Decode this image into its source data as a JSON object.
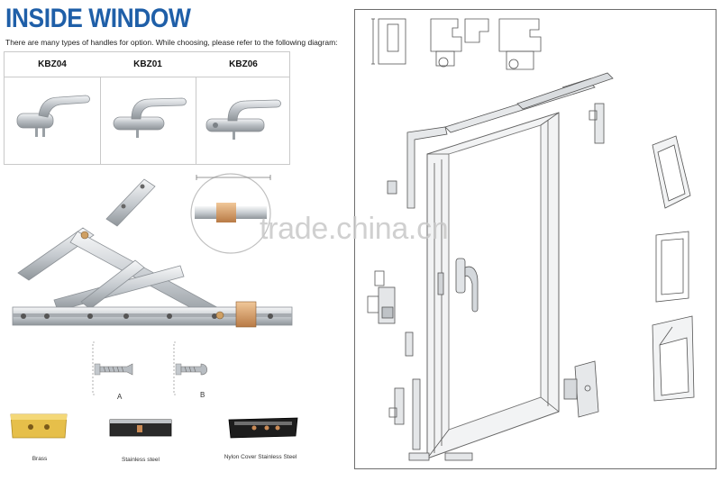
{
  "header": {
    "title": "INSIDE WINDOW",
    "subtitle": "There are many types of handles for option. While choosing, please refer to the following diagram:"
  },
  "handles": {
    "columns": [
      {
        "model": "KBZ04",
        "icon": "window-handle-icon"
      },
      {
        "model": "KBZ01",
        "icon": "window-handle-icon"
      },
      {
        "model": "KBZ06",
        "icon": "window-handle-icon"
      }
    ]
  },
  "screws": {
    "labels": [
      "A",
      "B"
    ]
  },
  "covers": [
    {
      "label": "Brass",
      "color": "#e6bf4a"
    },
    {
      "label": "Stainless steel",
      "color": "#2a2a2a"
    },
    {
      "label": "Nylon Cover Stainless Steel",
      "color": "#1d1d1d"
    }
  ],
  "watermark": "trade.china.cn",
  "colors": {
    "title": "#1f5fa8",
    "copper": "#c98a55",
    "metal": "#c4c8cc"
  }
}
